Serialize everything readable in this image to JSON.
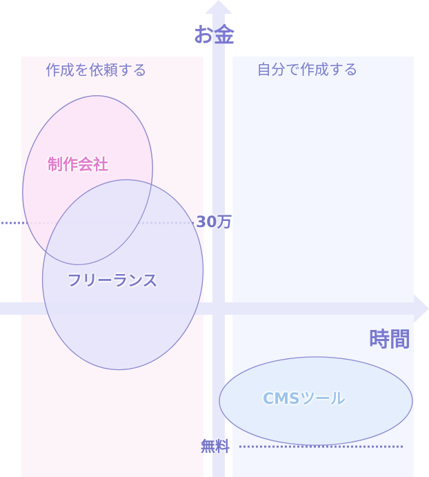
{
  "colors": {
    "accent": "#7a78d0",
    "axis_bar": "#e8e8fb",
    "left_panel": "#fdf4fa",
    "right_panel": "#f3f6fe",
    "ellipse_stroke": "#8a86d0",
    "agency_fill": "#fbe6f6",
    "agency_text": "#e07ccb",
    "freelance_fill": "#e6e6fa",
    "freelance_text": "#7a78c8",
    "cms_fill": "#e4eefc",
    "cms_text": "#9cc4ec"
  },
  "axes": {
    "y_title": "お金",
    "x_title": "時間"
  },
  "quadrants": {
    "left_title": "作成を依頼する",
    "right_title": "自分で作成する"
  },
  "reference_lines": {
    "high": "30万",
    "low": "無料"
  },
  "groups": [
    {
      "id": "agency",
      "label": "制作会社"
    },
    {
      "id": "freelance",
      "label": "フリーランス"
    },
    {
      "id": "cms",
      "label": "CMSツール"
    }
  ]
}
